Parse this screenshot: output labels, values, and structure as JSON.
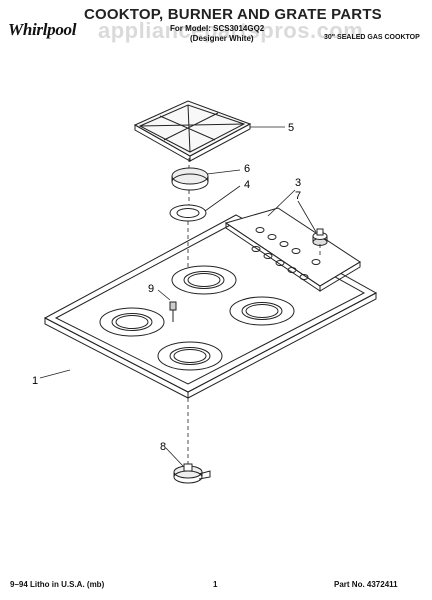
{
  "header": {
    "brand": "Whirlpool",
    "title": "COOKTOP, BURNER AND GRATE PARTS",
    "model": "For Model: SCS3014GQ2",
    "color": "(Designer White)",
    "description": "30\" SEALED GAS COOKTOP",
    "watermark": "appliancepartspros.com"
  },
  "callouts": {
    "c1": "1",
    "c3": "3",
    "c4": "4",
    "c5": "5",
    "c6": "6",
    "c7": "7",
    "c8": "8",
    "c9": "9"
  },
  "footer": {
    "left": "9–94 Litho in U.S.A. (mb)",
    "page": "1",
    "part_no": "Part No. 4372411"
  }
}
